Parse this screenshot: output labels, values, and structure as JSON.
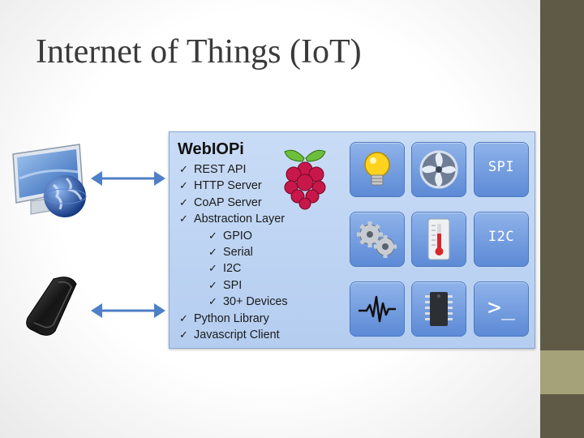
{
  "slide": {
    "title": "Internet of Things (IoT)"
  },
  "colors": {
    "side_bar": "#5f5a45",
    "side_accent": "#a5a27a",
    "panel_bg": "#c1d6f4",
    "tile": "#6f98dc"
  },
  "panel": {
    "brand": "WebIOPi",
    "features": [
      "REST API",
      "HTTP Server",
      "CoAP Server",
      "Abstraction Layer",
      "GPIO",
      "Serial",
      "I2C",
      "SPI",
      "30+ Devices",
      "Python Library",
      "Javascript Client"
    ],
    "check": "✓",
    "tiles": {
      "spi": "SPI",
      "i2c": "I2C",
      "terminal": ">_"
    }
  },
  "icons": [
    "desktop-globe-icon",
    "smartphone-icon",
    "double-arrow-icon",
    "raspberry-pi-icon",
    "light-bulb-icon",
    "fan-icon",
    "gears-icon",
    "thermometer-icon",
    "waveform-icon",
    "chip-icon",
    "terminal-icon"
  ]
}
